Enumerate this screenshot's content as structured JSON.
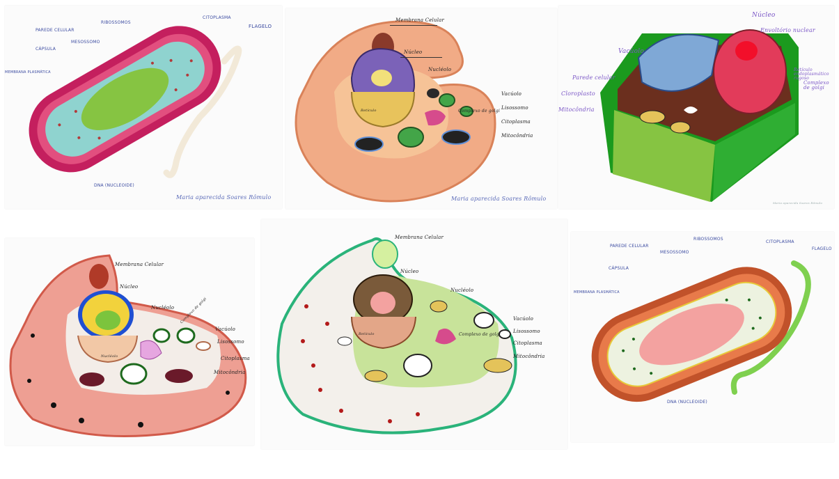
{
  "panels": {
    "p1": {
      "labels": {
        "pared": "PAREDE CELULAR",
        "ribos": "RIBOSSOMOS",
        "citop": "CITOPLASMA",
        "flag": "FLAGELO",
        "meso": "MESOSSOMO",
        "caps": "CÁPSULA",
        "memb": "MEMBRANA PLASMÁTICA",
        "dna": "DNA (NUCLEOIDE)"
      },
      "signature": "Maria aparecida Soares Rômulo"
    },
    "p2": {
      "labels": {
        "membcel": "Membrana Celular",
        "nucleo": "Núcleo",
        "nucleolo": "Nucléolo",
        "vacuolo": "Vacúolo",
        "lisossomo": "Lisossomo",
        "golgi": "Complexo de golgi",
        "citoplasma": "Citoplasma",
        "mito": "Mitocôndria",
        "ret": "Retículo"
      },
      "signature": "Maria aparecida Soares Rômulo"
    },
    "p3": {
      "labels": {
        "vacuolo": "Vacúolo",
        "nucleo": "Núcleo",
        "envol": "Envoltório nuclear",
        "parede": "Parede celular",
        "cloro": "Cloroplasto",
        "mito": "Mitocôndria",
        "retic": "Retículo endoplasmático rugoso",
        "golgi": "Complexo de golgi"
      },
      "signature": "Maria aparecida Soares Rômulo"
    },
    "p4": {
      "labels": {
        "membcel": "Membrana Celular",
        "nucleo": "Núcleo",
        "nucleolo": "Nucléolo",
        "golgi": "Complexo de golgi",
        "vacuolo": "Vacúolo",
        "lisossomo": "Lisossomo",
        "citoplasma": "Citoplasma",
        "mito": "Mitocôndria",
        "nucleoide": "Nucléolo"
      }
    },
    "p5": {
      "labels": {
        "membcel": "Membrana Celular",
        "nucleo": "Núcleo",
        "nucleolo": "Nucléolo",
        "vacuolo": "Vacúolo",
        "lisossomo": "Lisossomo",
        "citoplasma": "Citoplasma",
        "mito": "Mitocôndria",
        "golgi": "Complexo de golgi",
        "ret": "Retículo"
      }
    },
    "p6": {
      "labels": {
        "pared": "PAREDE CELULAR",
        "ribos": "RIBOSSOMOS",
        "citop": "CITOPLASMA",
        "flag": "FLAGELO",
        "meso": "MESOSSOMO",
        "caps": "CÁPSULA",
        "memb": "MEMBRANA PLASMÁTICA",
        "dna": "DNA (NUCLEOIDE)"
      }
    }
  },
  "colors": {
    "p1_wall": "#c41f5e",
    "p1_cyto": "#8fd3cf",
    "p1_dna": "#86c442",
    "p2_body": "#f1ab86",
    "p2_nucleus": "#7b62b8",
    "p3_wall": "#1b9a1e",
    "p3_vacuole": "#7fa8d6",
    "p3_nucleus": "#e23b5a",
    "p4_body": "#ee9f93",
    "p4_nucleus": "#f2d23c",
    "p5_border": "#2ab37a",
    "p5_cyto": "#c8e39a",
    "p6_wall": "#c1522a",
    "p6_dna": "#f3a2a0",
    "p6_flagellum": "#7fd04f"
  }
}
